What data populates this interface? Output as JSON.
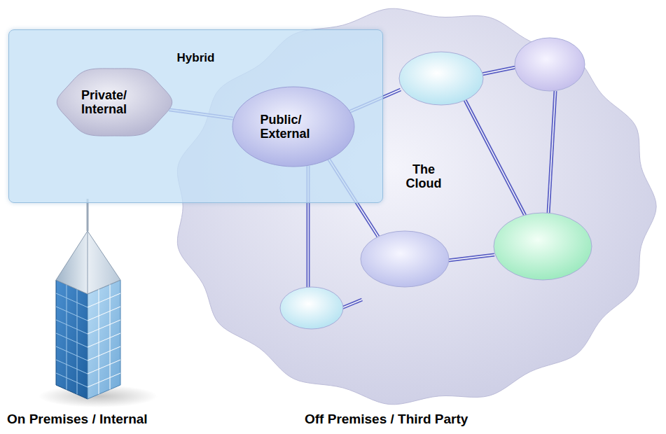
{
  "diagram": {
    "nodes": [
      {
        "text": [
          "Hybrid"
        ]
      },
      {
        "text": [
          "Private/ Internal"
        ],
        "in": 0
      },
      {
        "text": [
          "Public/ External"
        ],
        "in": 0
      },
      {
        "text": [
          "The Cloud"
        ]
      }
    ],
    "edges": [
      {
        "from": 1,
        "to": 2,
        "arrow": "none"
      }
    ],
    "labels": [
      "On Premises / Internal",
      "Off Premises / Third Party"
    ]
  }
}
